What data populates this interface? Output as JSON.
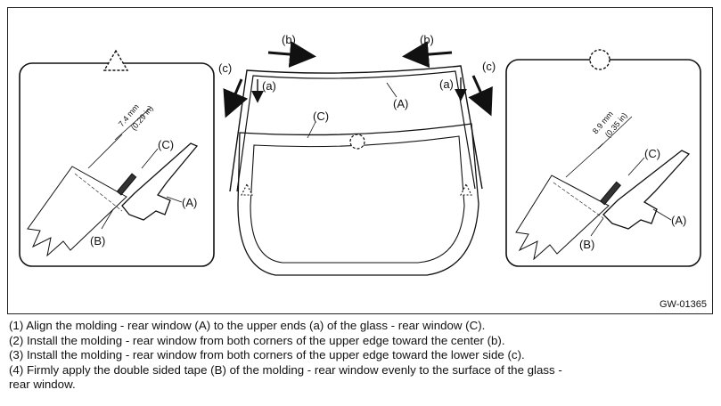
{
  "labels": {
    "a": "(a)",
    "b": "(b)",
    "c": "(c)",
    "A": "(A)",
    "B": "(B)",
    "C": "(C)"
  },
  "left_detail": {
    "dim_mm": "7.4 mm",
    "dim_in": "(0.29 in)"
  },
  "right_detail": {
    "dim_mm": "8.9 mm",
    "dim_in": "(0.35 in)"
  },
  "figure_id": "GW-01365",
  "steps": [
    "(1) Align the molding - rear window (A) to the upper ends (a) of the glass - rear window (C).",
    "(2) Install the molding - rear window from both corners of the upper edge toward the center (b).",
    "(3) Install the molding - rear window from both corners of the upper edge toward the lower side (c).",
    "(4) Firmly apply the double sided tape (B) of the molding - rear window evenly to the surface of the glass -",
    "rear window."
  ]
}
